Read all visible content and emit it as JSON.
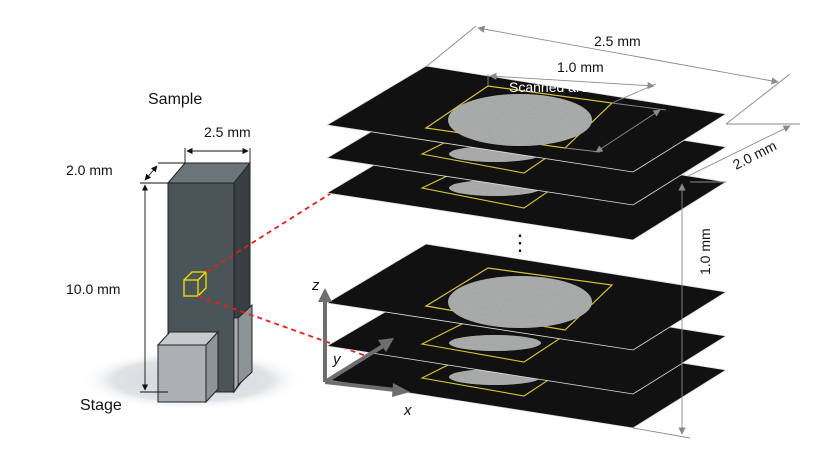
{
  "labels": {
    "sample": "Sample",
    "stage": "Stage",
    "sample_width": "2.5 mm",
    "sample_depth": "2.0 mm",
    "sample_height": "10.0 mm",
    "slice_width": "2.5 mm",
    "slice_depth": "2.0 mm",
    "scan_width": "1.0 mm",
    "scan_depth": "1.0 mm",
    "stack_height": "1.0 mm",
    "scanned_area": "Scanned area",
    "ellipsis": "⋮",
    "axis_x": "x",
    "axis_y": "y",
    "axis_z": "z"
  },
  "colors": {
    "sample_front": "#4b5458",
    "sample_side": "#383e42",
    "sample_top": "#6b7478",
    "stage_front": "#aab0b4",
    "stage_top": "#c6cbce",
    "stage_side": "#8d9498",
    "shadow": "#d4d9dd",
    "slice": "#111111",
    "scan_outline": "#d8c23a",
    "cube": "#f2e600",
    "red_dash": "#e0201b",
    "dimension": "#8a8a8a",
    "axis": "#6e6e6e",
    "disc": "#b7b9b8"
  }
}
